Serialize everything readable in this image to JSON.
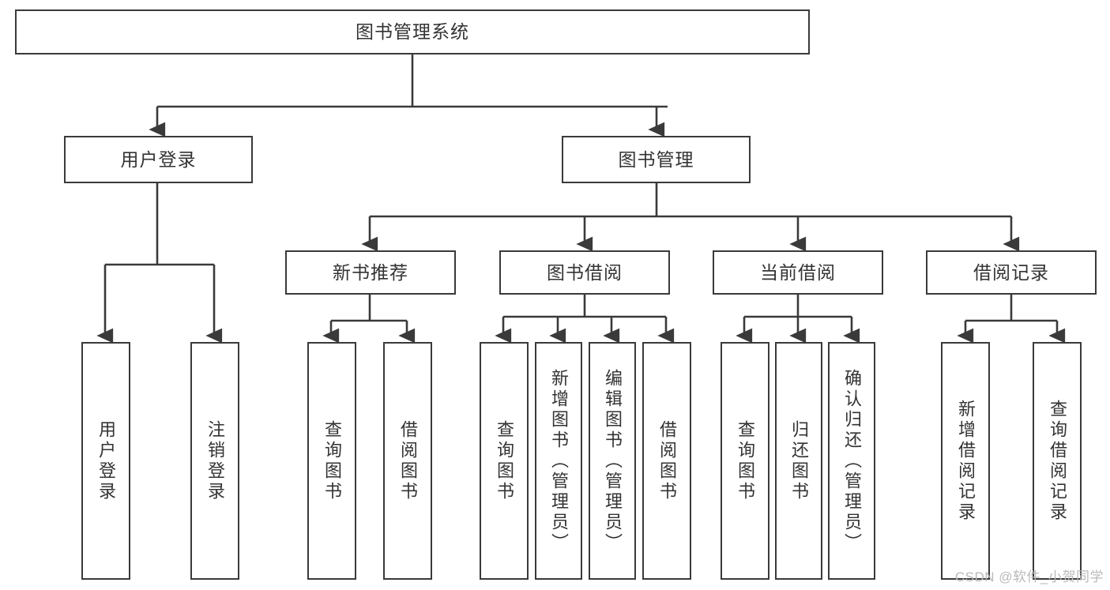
{
  "diagram": {
    "title": "图书管理系统",
    "type": "tree-hierarchy",
    "root": {
      "id": "root",
      "label": "图书管理系统"
    },
    "level2": [
      {
        "id": "user-login",
        "label": "用户登录"
      },
      {
        "id": "book-manage",
        "label": "图书管理"
      }
    ],
    "level3": [
      {
        "id": "new-book-recommend",
        "label": "新书推荐"
      },
      {
        "id": "book-borrow",
        "label": "图书借阅"
      },
      {
        "id": "current-borrow",
        "label": "当前借阅"
      },
      {
        "id": "borrow-record",
        "label": "借阅记录"
      }
    ],
    "leaves": [
      {
        "id": "leaf-user-login",
        "label": "用户登录",
        "parent": "user-login"
      },
      {
        "id": "leaf-logout-login",
        "label": "注销登录",
        "parent": "user-login"
      },
      {
        "id": "leaf-query-book-1",
        "label": "查询图书",
        "parent": "new-book-recommend"
      },
      {
        "id": "leaf-borrow-book-1",
        "label": "借阅图书",
        "parent": "new-book-recommend"
      },
      {
        "id": "leaf-query-book-2",
        "label": "查询图书",
        "parent": "book-borrow"
      },
      {
        "id": "leaf-add-book",
        "label": "新增图书（管理员）",
        "parent": "book-borrow"
      },
      {
        "id": "leaf-edit-book",
        "label": "编辑图书（管理员）",
        "parent": "book-borrow"
      },
      {
        "id": "leaf-borrow-book-2",
        "label": "借阅图书",
        "parent": "book-borrow"
      },
      {
        "id": "leaf-query-book-3",
        "label": "查询图书",
        "parent": "current-borrow"
      },
      {
        "id": "leaf-return-book",
        "label": "归还图书",
        "parent": "current-borrow"
      },
      {
        "id": "leaf-confirm-return",
        "label": "确认归还（管理员）",
        "parent": "current-borrow"
      },
      {
        "id": "leaf-add-record",
        "label": "新增借阅记录",
        "parent": "borrow-record"
      },
      {
        "id": "leaf-query-record",
        "label": "查询借阅记录",
        "parent": "borrow-record"
      }
    ],
    "colors": {
      "border": "#3a3a3a",
      "text": "#333333",
      "background": "#ffffff",
      "connector": "#3a3a3a",
      "watermark": "#b9b9b9"
    }
  },
  "watermark": {
    "text": "CSDN @软件_小贺同学"
  }
}
